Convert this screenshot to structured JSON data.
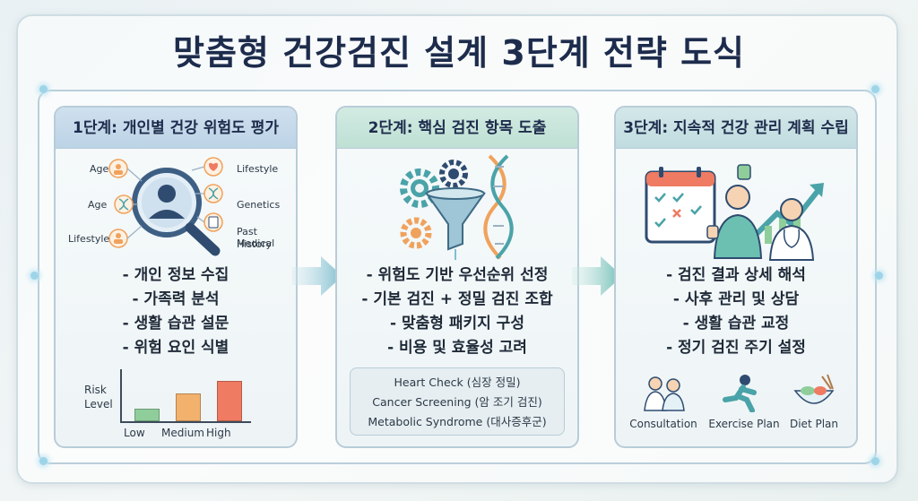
{
  "title": "맞춤형 건강검진 설계 3단계 전략 도식",
  "step1": {
    "heading": "1단계: 개인별 건강 위험도 평가",
    "labels": {
      "age_top": "Age",
      "age_mid": "Age",
      "lifestyle_left": "Lifestyle",
      "lifestyle_right": "Lifestyle",
      "genetics": "Genetics",
      "past_medical": "Past Medical",
      "history": "History"
    },
    "bullets": [
      "- 개인 정보 수집",
      "- 가족력 분석",
      "- 생활 습관 설문",
      "- 위험 요인 식별"
    ],
    "chart_data": {
      "type": "bar",
      "categories": [
        "Low",
        "Medium",
        "High"
      ],
      "values": [
        1,
        2,
        3
      ],
      "ylabel_line1": "Risk",
      "ylabel_line2": "Level",
      "colors": [
        "#8fce9a",
        "#f3b16e",
        "#ef7b62"
      ]
    }
  },
  "step2": {
    "heading": "2단계: 핵심 검진 항목 도출",
    "bullets": [
      "- 위험도 기반 우선순위 선정",
      "- 기본 검진 + 정밀 검진 조합",
      "- 맞춤형 패키지 구성",
      "- 비용 및 효율성 고려"
    ],
    "packages": [
      "Heart Check (심장 정밀)",
      "Cancer Screening (암 조기 검진)",
      "Metabolic Syndrome (대사증후군)"
    ]
  },
  "step3": {
    "heading": "3단계: 지속적 건강 관리 계획 수립",
    "bullets": [
      "- 검진 결과 상세 해석",
      "- 사후 관리 및 상담",
      "- 생활 습관 교정",
      "- 정기 검진 주기 설정"
    ],
    "icons": [
      "Consultation",
      "Exercise Plan",
      "Diet Plan"
    ]
  },
  "colors": {
    "title": "#1d2c4c",
    "arrow": "#7fbfcf",
    "accent_orange": "#f0a25c",
    "accent_teal": "#4aa3a8",
    "navy": "#2b4a6e"
  }
}
